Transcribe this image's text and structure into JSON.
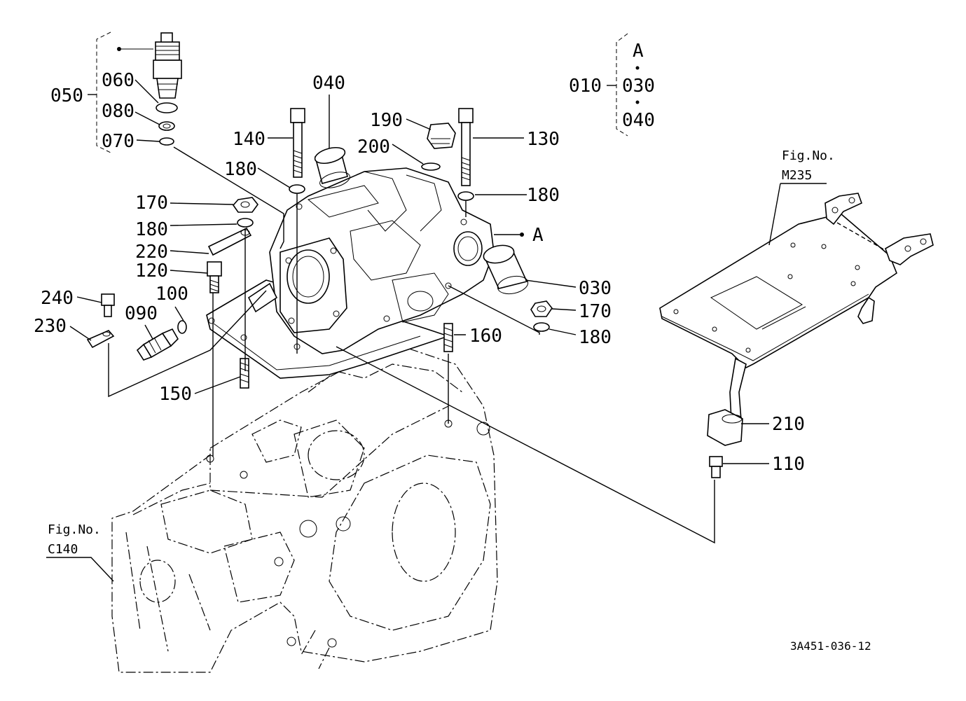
{
  "labels": {
    "p050": "050",
    "p060": "060",
    "p080": "080",
    "p070": "070",
    "p040": "040",
    "p140": "140",
    "p180_a": "180",
    "p190": "190",
    "p200": "200",
    "p130": "130",
    "p180_b": "180",
    "p170_a": "170",
    "p180_c": "180",
    "p220": "220",
    "p120": "120",
    "pA": "A",
    "p030": "030",
    "p240": "240",
    "p100": "100",
    "p090": "090",
    "p230": "230",
    "p170_b": "170",
    "p180_d": "180",
    "p160": "160",
    "p150": "150",
    "p210": "210",
    "p110": "110",
    "p010": "010",
    "setA": "A",
    "set030": "030",
    "set040": "040"
  },
  "references": {
    "fig_m235_line1": "Fig.No.",
    "fig_m235_line2": "M235",
    "fig_c140_line1": "Fig.No.",
    "fig_c140_line2": "C140"
  },
  "drawing_code": "3A451-036-12"
}
